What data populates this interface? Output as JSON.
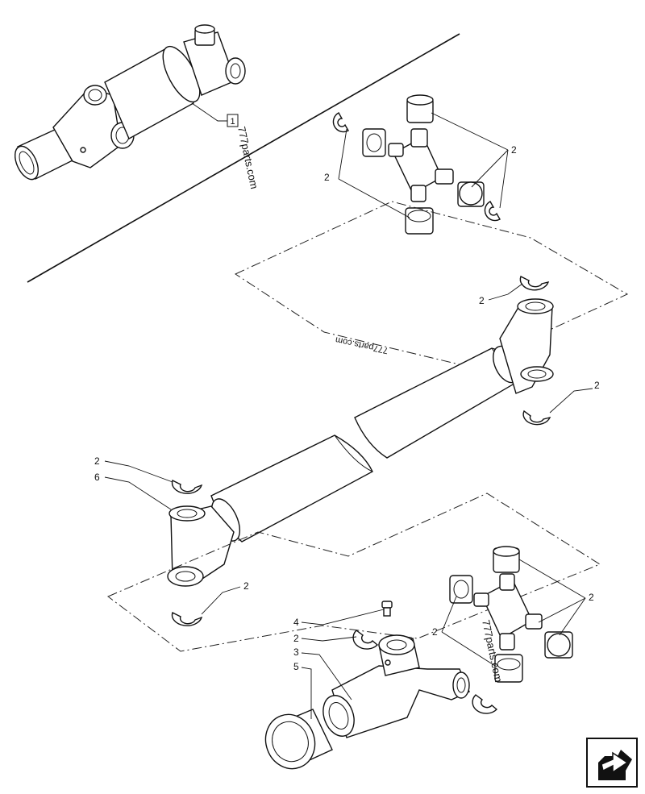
{
  "callouts": {
    "assembly_ref": "1",
    "c2": "2",
    "c3": "3",
    "c4": "4",
    "c5": "5",
    "c6": "6"
  },
  "watermarks": {
    "top": "777parts.com",
    "middle": "777parts.com",
    "bottom": "777parts.com"
  },
  "icons": {
    "nav": "next-page-arrow-icon"
  }
}
